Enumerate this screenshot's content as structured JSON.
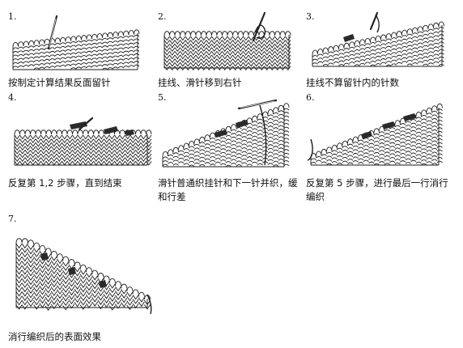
{
  "steps": [
    {
      "num": "1.",
      "caption": "按制定计算结果反面留针",
      "icon": "knitting-diagram"
    },
    {
      "num": "2.",
      "caption": "挂线、滑针移到右针",
      "icon": "knitting-diagram"
    },
    {
      "num": "3.",
      "caption": "挂线不算留针内的针数",
      "icon": "knitting-diagram"
    },
    {
      "num": "4.",
      "caption": "反复第 1,2 步骤，直到结束",
      "icon": "knitting-diagram"
    },
    {
      "num": "5.",
      "caption": "滑针普通织挂针和下一针并织，缓和行差",
      "icon": "knitting-diagram"
    },
    {
      "num": "6.",
      "caption": "反复第 5 步骤，进行最后一行消行编织",
      "icon": "knitting-diagram"
    },
    {
      "num": "7.",
      "caption": "消行编织后的表面效果",
      "icon": "knitting-diagram"
    }
  ]
}
